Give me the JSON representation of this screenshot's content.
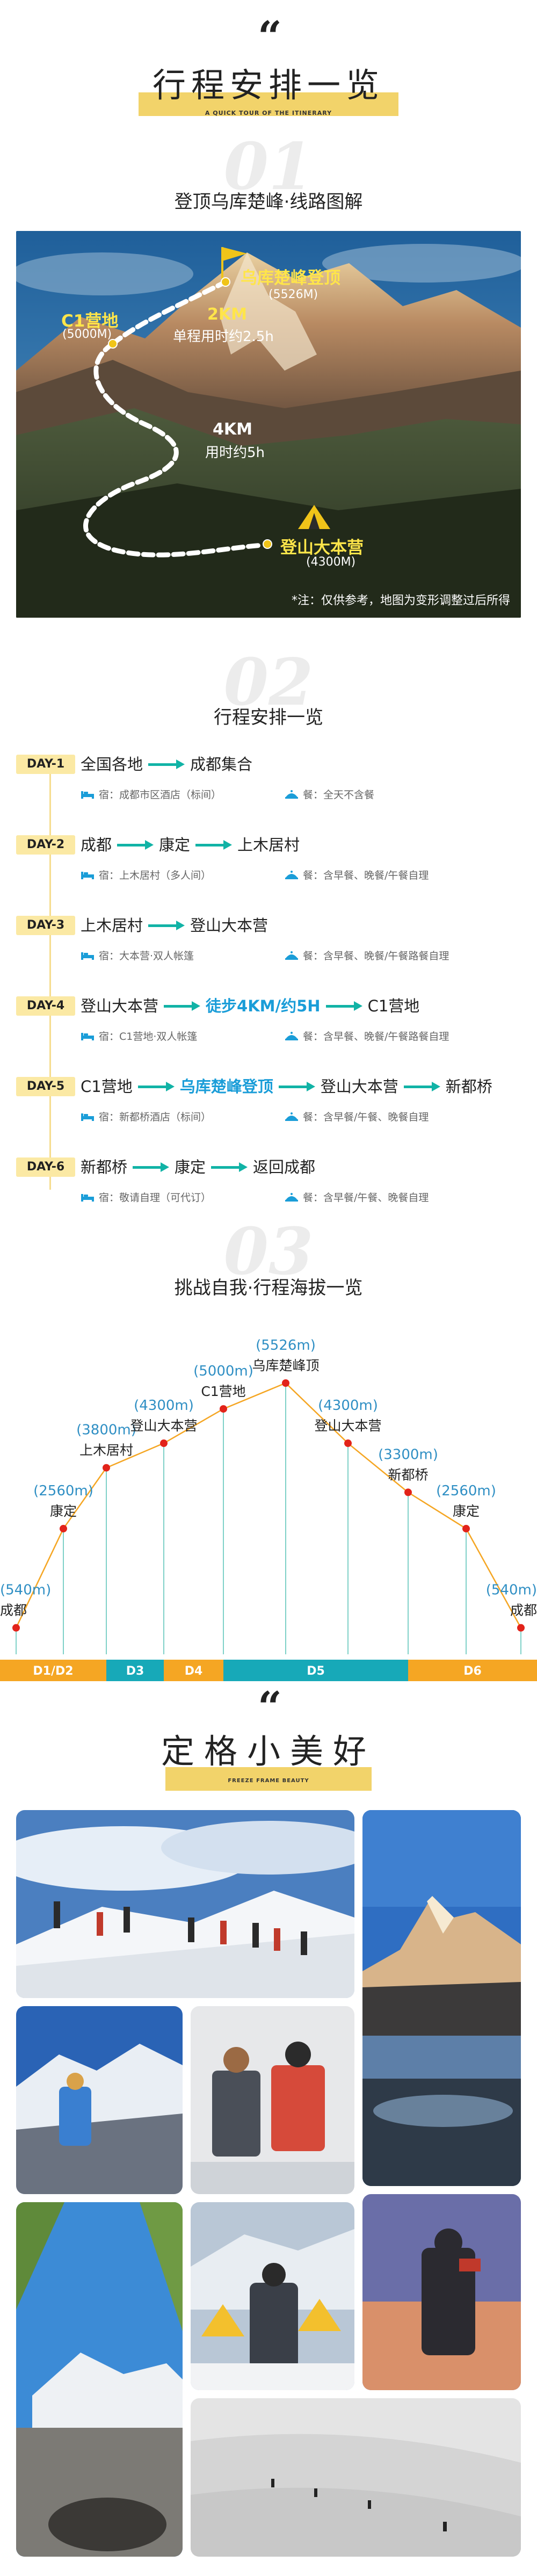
{
  "header": {
    "quote_mark": "“",
    "title": "行程安排一览",
    "subtitle": "A QUICK TOUR OF THE ITINERARY"
  },
  "section1": {
    "number": "01",
    "title": "登顶乌库楚峰·线路图解",
    "summit": {
      "name": "乌库楚峰登顶",
      "alt": "(5526M)"
    },
    "c1": {
      "name": "C1营地",
      "alt": "(5000M)"
    },
    "seg_upper": {
      "dist": "2KM",
      "time": "单程用时约2.5h"
    },
    "seg_lower": {
      "dist": "4KM",
      "time": "用时约5h"
    },
    "base": {
      "name": "登山大本营",
      "alt": "(4300M)"
    },
    "note": "*注：仅供参考，地图为变形调整过后所得"
  },
  "section2": {
    "number": "02",
    "title": "行程安排一览",
    "lodging_label": "宿：",
    "meal_label": "餐：",
    "days": [
      {
        "day": "DAY-1",
        "route": [
          "全国各地",
          "成都集合"
        ],
        "hl": [],
        "stay": "成都市区酒店（标间）",
        "meal": "全天不含餐"
      },
      {
        "day": "DAY-2",
        "route": [
          "成都",
          "康定",
          "上木居村"
        ],
        "hl": [],
        "stay": "上木居村（多人间）",
        "meal": "含早餐、晚餐/午餐自理"
      },
      {
        "day": "DAY-3",
        "route": [
          "上木居村",
          "登山大本营"
        ],
        "hl": [],
        "stay": "大本营·双人帐篷",
        "meal": "含早餐、晚餐/午餐路餐自理"
      },
      {
        "day": "DAY-4",
        "route": [
          "登山大本营",
          "徒步4KM/约5H",
          "C1营地"
        ],
        "hl": [
          1
        ],
        "stay": "C1营地·双人帐篷",
        "meal": "含早餐、晚餐/午餐路餐自理"
      },
      {
        "day": "DAY-5",
        "route": [
          "C1营地",
          "乌库楚峰登顶",
          "登山大本营",
          "新都桥"
        ],
        "hl": [
          1
        ],
        "stay": "新都桥酒店（标间）",
        "meal": "含早餐/午餐、晚餐自理"
      },
      {
        "day": "DAY-6",
        "route": [
          "新都桥",
          "康定",
          "返回成都"
        ],
        "hl": [],
        "stay": "敬请自理（可代订）",
        "meal": "含早餐/午餐、晚餐自理"
      }
    ]
  },
  "section3": {
    "number": "03",
    "title": "挑战自我·行程海拔一览",
    "points": [
      {
        "name": "成都",
        "alt": "(540m)",
        "value": 540
      },
      {
        "name": "康定",
        "alt": "(2560m)",
        "value": 2560
      },
      {
        "name": "上木居村",
        "alt": "(3800m)",
        "value": 3800
      },
      {
        "name": "登山大本营",
        "alt": "(4300m)",
        "value": 4300
      },
      {
        "name": "C1营地",
        "alt": "(5000m)",
        "value": 5000
      },
      {
        "name": "乌库楚峰顶",
        "alt": "(5526m)",
        "value": 5526
      },
      {
        "name": "登山大本营",
        "alt": "(4300m)",
        "value": 4300
      },
      {
        "name": "新都桥",
        "alt": "(3300m)",
        "value": 3300
      },
      {
        "name": "康定",
        "alt": "(2560m)",
        "value": 2560
      },
      {
        "name": "成都",
        "alt": "(540m)",
        "value": 540
      }
    ],
    "bands": [
      {
        "label": "D1/D2",
        "color": "#f5a623"
      },
      {
        "label": "D3",
        "color": "#17a9b8"
      },
      {
        "label": "D4",
        "color": "#f5a623"
      },
      {
        "label": "D5",
        "color": "#17a9b8"
      },
      {
        "label": "D6",
        "color": "#f5a623"
      }
    ],
    "colors": {
      "line": "#f5a623",
      "dot": "#e2231a",
      "stem": "#7fd1c8",
      "alt_text": "#2f8fc4"
    }
  },
  "section4": {
    "quote_mark": "“",
    "title": "定格小美好",
    "subtitle": "FREEZE FRAME BEAUTY"
  }
}
